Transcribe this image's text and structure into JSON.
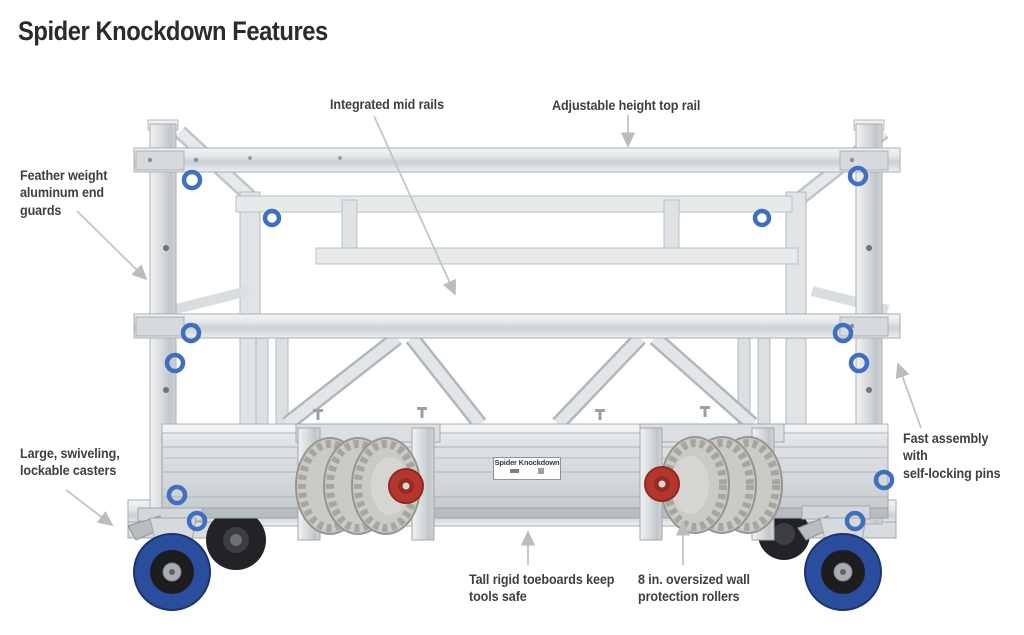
{
  "page": {
    "title": "Spider Knockdown Features"
  },
  "callouts": [
    {
      "id": "feather-weight-end-guards",
      "text": "Feather weight\naluminum end\nguards"
    },
    {
      "id": "integrated-mid-rails",
      "text": "Integrated mid rails"
    },
    {
      "id": "adjustable-height-top-rail",
      "text": "Adjustable height top rail"
    },
    {
      "id": "fast-assembly-pins",
      "text": "Fast assembly with\nself-locking pins"
    },
    {
      "id": "lockable-casters",
      "text": "Large, swiveling,\nlockable casters"
    },
    {
      "id": "rigid-toeboards",
      "text": "Tall rigid toeboards keep\ntools safe"
    },
    {
      "id": "wall-protection-rollers",
      "text": "8 in. oversized wall\nprotection rollers"
    }
  ],
  "product": {
    "nameplate": "Spider Knockdown"
  },
  "colors": {
    "background": "#ffffff",
    "title_text": "#2b2b2e",
    "label_text": "#3f3f42",
    "leader_grey": "#c2c5c8",
    "aluminum_light": "#e8eaec",
    "pin_ring_blue": "#3e6fc0",
    "caster_tire_blue": "#2b4d9e",
    "roller_hub_red": "#b5362c"
  }
}
